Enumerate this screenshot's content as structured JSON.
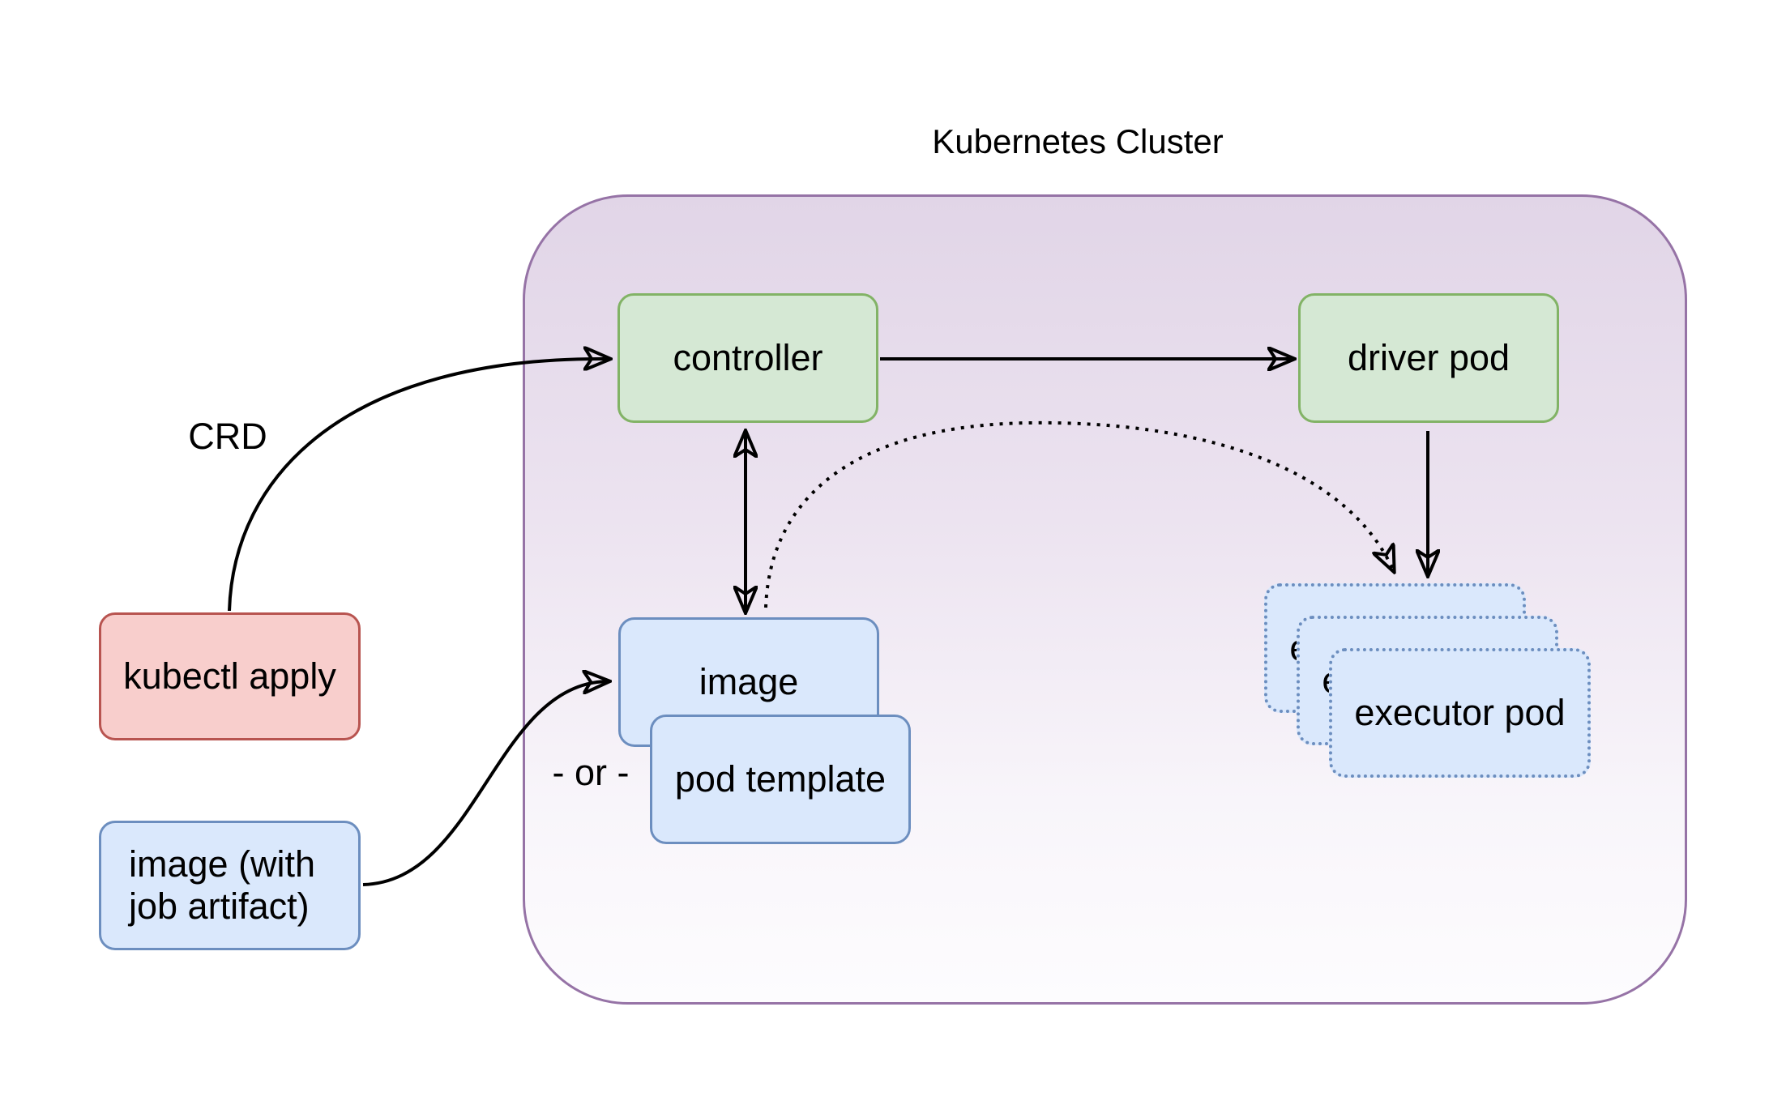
{
  "diagram": {
    "title": "Kubernetes Cluster",
    "nodes": {
      "kubectl_apply": {
        "label": "kubectl apply",
        "fill": "#f8cecc",
        "border": "#b85450"
      },
      "image_with_job_artifact": {
        "label": "image (with\njob artifact)",
        "fill": "#dae8fc",
        "border": "#6c8ebf"
      },
      "controller": {
        "label": "controller",
        "fill": "#d5e8d4",
        "border": "#82b366"
      },
      "driver_pod": {
        "label": "driver pod",
        "fill": "#d5e8d4",
        "border": "#82b366"
      },
      "image": {
        "label": "image",
        "fill": "#dae8fc",
        "border": "#6c8ebf"
      },
      "pod_template": {
        "label": "pod template",
        "fill": "#dae8fc",
        "border": "#6c8ebf"
      },
      "executor_pod": {
        "label": "executor pod",
        "count": 3,
        "fill": "#dae8fc",
        "border": "#6c8ebf",
        "border_style": "dotted"
      }
    },
    "edge_labels": {
      "crd": "CRD",
      "or": "- or -"
    },
    "container": {
      "border": "#9673a6",
      "fill_top": "#e1d5e7",
      "fill_bottom": "#ffffff"
    },
    "edge_color": "#000000"
  }
}
